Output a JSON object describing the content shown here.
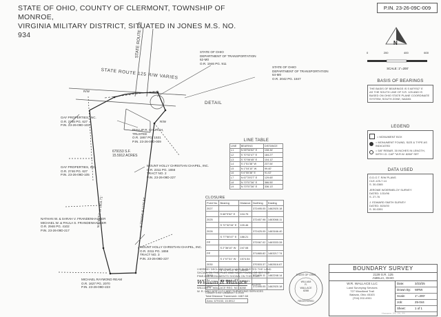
{
  "header": {
    "title_line1": "STATE OF OHIO, COUNTY OF CLERMONT, TOWNSHIP OF MONROE,",
    "title_line2": "VIRGINIA MILITARY DISTRICT, SITUATED IN JONES M.S. NO. 934",
    "pin": "P.IN. 23-26-09C-009"
  },
  "scale": {
    "ticks": [
      "0",
      "200",
      "400",
      "600"
    ],
    "label": "SCALE: 1\"=200'"
  },
  "map_labels": {
    "state_route_322": "STATE ROUTE 322",
    "state_route_125": "STATE ROUTE 125 R/W VARIES",
    "rw_left": "R/W",
    "rw_right": "R/W",
    "detail": "DETAIL",
    "odot_1": [
      "STATE OF OHIO",
      "DEPARTMENT OF TRANSPORTATION",
      "62-M0",
      "O.R. 1946 PG. 911"
    ],
    "odot_2": [
      "STATE OF OHIO",
      "DEPARTMENT OF TRANSPORTATION",
      "64-M0",
      "O.R. 2042 PG. 1847"
    ],
    "gay_1": [
      "GAY PROPERTIES, INC.",
      "O.R. 2746 PG. 627",
      "P.IN. 23-26-09D-103"
    ],
    "gay_2": [
      "GAY PROPERTIES, INC.",
      "O.R. 2746 PG. 627",
      "P.IN. 23-26-09D-105"
    ],
    "church_1": [
      "PHILLIP R. CHURCH,",
      "TRUSTEE",
      "O.R. 1867 PG. 1531",
      "P.IN. 23-26-09D-009"
    ],
    "church_2": [
      "MOUNT HOLLY CHRISTIAN CHAPEL, INC.",
      "O.R. 2311 PG. 1656",
      "TRACT NO. 2",
      "P.IN. 23-26-09D-227"
    ],
    "church_3": [
      "MOUNT HOLLY CHRISTIAN CHAPEL, INC.",
      "O.R. 2311 PG. 1656",
      "TRACT NO. 3",
      "P.IN. 23-26-09D-227"
    ],
    "acres": [
      "679153 S.F.",
      "15.5912 ACRES"
    ],
    "frandenhauser": [
      "NATHAN W. & SARAH V. FRANDENHAUSER",
      "MICHAEL W. & PAULA S. FRANDENHAUSER",
      "O.R. 2946 PG. 4102",
      "P.IN. 23-26-09D-217"
    ],
    "ream": [
      "MICHAEL RAYMOND REAM",
      "O.R. 1627 PG. 2070",
      "P.IN. 23-26-09D-223"
    ],
    "west_bearing": "N 5°41'53\" W 1603.71'",
    "east_bearing": "S 7°50'04\" E 1174.84'"
  },
  "line_table": {
    "title": "LINE TABLE",
    "headers": [
      "LINE",
      "BEARING",
      "DISTANCE"
    ],
    "rows": [
      [
        "L1",
        "N 55°54'52\" E",
        "108.34'"
      ],
      [
        "L2",
        "S 70°02'47\" E",
        "184.27'"
      ],
      [
        "L3",
        "S 70°06'45\" E",
        "104.12'"
      ],
      [
        "L4",
        "S 1°51'38\" W",
        "237.54'"
      ],
      [
        "L5",
        "N 1°04'10\" W",
        "99.40'"
      ],
      [
        "L6",
        "S 6°55'38\" E",
        "91.02'"
      ],
      [
        "L7",
        "N 67°29'27\" E",
        "129.65'"
      ],
      [
        "L8",
        "N 70°57'36\" E",
        "386.55'"
      ],
      [
        "L9",
        "N 70°57'36\" E",
        "336.13'"
      ]
    ]
  },
  "closure": {
    "title": "CLOSURE",
    "headers": [
      "Point No.",
      "Bearing",
      "Distance",
      "Northing",
      "Easting"
    ],
    "rows": [
      [
        "2027",
        "",
        "",
        "372495.05",
        "1462920.18"
      ],
      [
        "",
        "S 68°9'52\" E",
        "104.75",
        "",
        ""
      ],
      [
        "2025",
        "",
        "",
        "372457.98",
        "1463068.11"
      ],
      [
        "",
        "S 72°32'34\" E",
        "109.46",
        "",
        ""
      ],
      [
        "2026",
        "",
        "",
        "372425.05",
        "1463166.40"
      ],
      [
        "",
        "S 77°50'47\" E",
        "188.21",
        "",
        ""
      ],
      [
        "PP",
        "",
        "",
        "372067.02",
        "1463333.28"
      ],
      [
        "",
        "S 2°36'10\" W",
        "247.08",
        "",
        ""
      ],
      [
        "PP",
        "",
        "",
        "371865.82",
        "1463217.74"
      ],
      [
        "",
        "S 1°07'31\" W",
        "1574.54",
        "",
        ""
      ],
      [
        "2030",
        "",
        "",
        "370303.37",
        "1462616.67"
      ],
      [
        "",
        "N 78°47'24\" W",
        "380.60",
        "",
        ""
      ],
      [
        "2019",
        "",
        "",
        "370405.11",
        "1462248.14"
      ],
      [
        "",
        "N 5°53'56\" E",
        "1630.71",
        "",
        ""
      ],
      [
        "2027",
        "",
        "",
        "372495.05",
        "1462920.18"
      ]
    ],
    "footer": [
      "Closure Error Distance> 0.0000",
      "Total Distance Traversed> 4467.68"
    ],
    "area": "Area: 679153, 15.5912"
  },
  "north": {
    "letter": "N"
  },
  "basis": {
    "title": "BASIS OF BEARINGS",
    "text": [
      "THE BASIS OF BEARINGS IS S 68°9'52\" E",
      "AS THE SOUTH LINE OF S.R. 125 AND IS",
      "BASED ON OHIO STATE PLANE COORDINATE",
      "SYSTEM, SOUTH ZONE, NAD83."
    ]
  },
  "legend": {
    "title": "LEGEND",
    "items": [
      "= MONUMENT BOX",
      "= MONUMENT FOUND, SIZE & TYPE AS INDICATED",
      "= 5/8\" REBAR, 30 INCHES IN LENGTH, WITH I.D. CAP \"W.R.W. 8288\" SET"
    ]
  },
  "data_used": {
    "title": "DATA USED",
    "items": [
      "O.D.O.T. R/W PLANS",
      "CLE-125-7.14",
      "S. 30-0365",
      "JEROME WOERMELOY SURVEY",
      "DATED: 1/31/96",
      "S. 27-76",
      "J. EDWARD SMITH SURVEY",
      "DATED: 8/24/00",
      "S. 30-0391"
    ]
  },
  "certification": {
    "lines": [
      "I HEREBY DECLARE THAT I HAVE SURVEYED THE LAND",
      "SHOWN ON THIS PLAT, AND HAVE FOUND OR SET THE",
      "PINS AND MONUMENTS SHOWN ON THIS PLAT."
    ],
    "signature": "William R Wallace",
    "date": "3/23/25",
    "name_line": "WILLIAM R. WALLACE   REG. NO. 8288",
    "company_line": "W. R. WALLACE LLC LAND SURVEYING SERVICES"
  },
  "seal": {
    "outer": "STATE OF OHIO",
    "inner": [
      "WILLIAM",
      "R.",
      "WALLACE",
      "8288"
    ],
    "bottom": "REGISTERED"
  },
  "title_block": {
    "title": "BOUNDARY SURVEY",
    "address": "2139 S.R. 125",
    "city": "AMELIA, OHIO",
    "company": "W.R. WALLACE LLC",
    "company_details": [
      "Land Surveying Services",
      "727 Woodland Trail",
      "Batavia, Ohio 45103",
      "(704) 202-4901"
    ],
    "fields": [
      [
        "Date:",
        "3/23/25"
      ],
      [
        "Drawn By:",
        "WRW"
      ],
      [
        "Scale:",
        "1\"=200'"
      ],
      [
        "Job:",
        "25-044"
      ],
      [
        "Sheet:",
        "1 of 1"
      ]
    ]
  },
  "watermark": "Houses: 23, 24, 25"
}
